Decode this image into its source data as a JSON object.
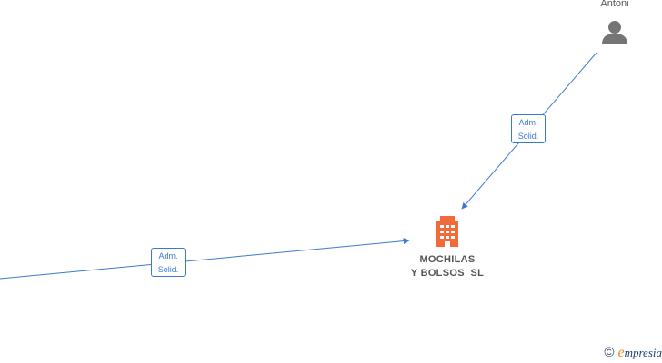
{
  "nodes": {
    "person": {
      "name": "Antoni",
      "icon": "person-icon"
    },
    "company": {
      "name_line1": "MOCHILAS",
      "name_line2": "Y BOLSOS  SL",
      "icon": "building-icon",
      "color": "#f26a3a"
    }
  },
  "edges": [
    {
      "from": "person",
      "to": "company",
      "label_line1": "Adm.",
      "label_line2": "Solid."
    },
    {
      "from": "offscreen-left",
      "to": "company",
      "label_line1": "Adm.",
      "label_line2": "Solid."
    }
  ],
  "colors": {
    "edge": "#3c7ad0",
    "person_icon": "#757575"
  },
  "watermark": {
    "copyright_symbol": "©",
    "brand_initial": "e",
    "brand_rest": "mpresia"
  }
}
